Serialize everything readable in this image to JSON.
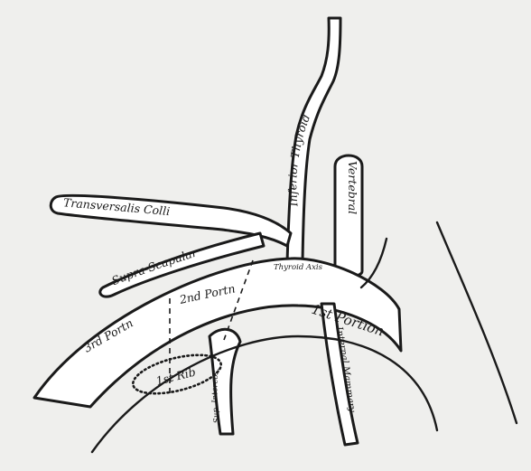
{
  "figure": {
    "background": "#efefed",
    "ink": "#1a1a1a",
    "vessel_fill": "#ffffff",
    "labels": {
      "inferior_thyroid": "Inferior Thyroid",
      "vertebral": "Vertebral",
      "transversalis_colli": "Transversalis Colli",
      "supra_scapular": "Supra-Scapular",
      "thyroid_axis": "Thyroid Axis",
      "second_portion": "2nd Portn",
      "third_portion": "3rd Portn",
      "first_portion": "1st Portion",
      "first_rib": "1st Rib",
      "sup_intercostal": "Sup. Intercos.",
      "internal_mammary": "Internal Mammary"
    }
  }
}
